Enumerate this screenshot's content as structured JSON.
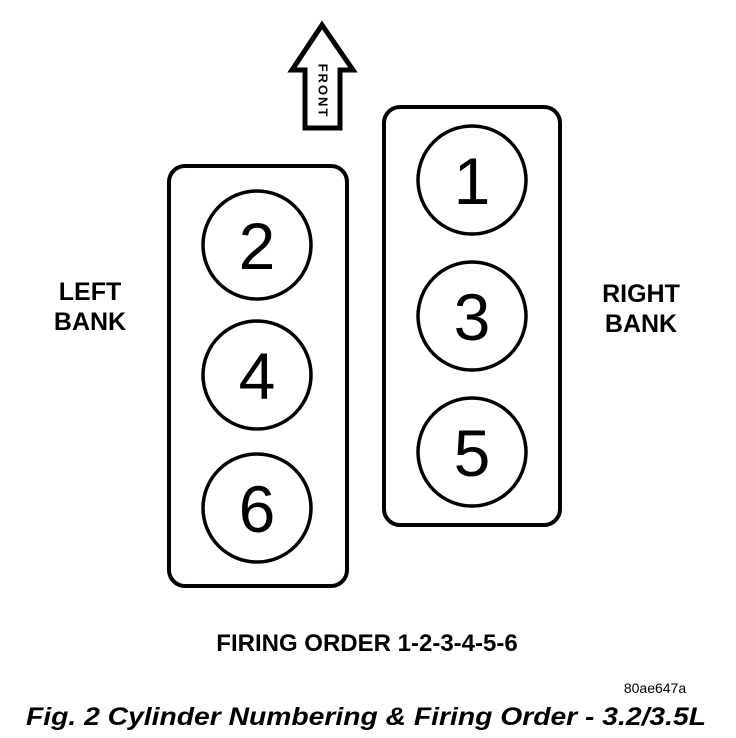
{
  "front_arrow": {
    "label": "FRONT",
    "icon": "up-arrow-icon"
  },
  "left_bank": {
    "label_line1": "LEFT",
    "label_line2": "BANK",
    "cylinders": [
      "2",
      "4",
      "6"
    ]
  },
  "right_bank": {
    "label_line1": "RIGHT",
    "label_line2": "BANK",
    "cylinders": [
      "1",
      "3",
      "5"
    ]
  },
  "firing_order": "FIRING ORDER 1-2-3-4-5-6",
  "image_code": "80ae647a",
  "caption": "Fig. 2 Cylinder Numbering & Firing Order - 3.2/3.5L",
  "colors": {
    "ink": "#000000",
    "paper": "#ffffff"
  }
}
